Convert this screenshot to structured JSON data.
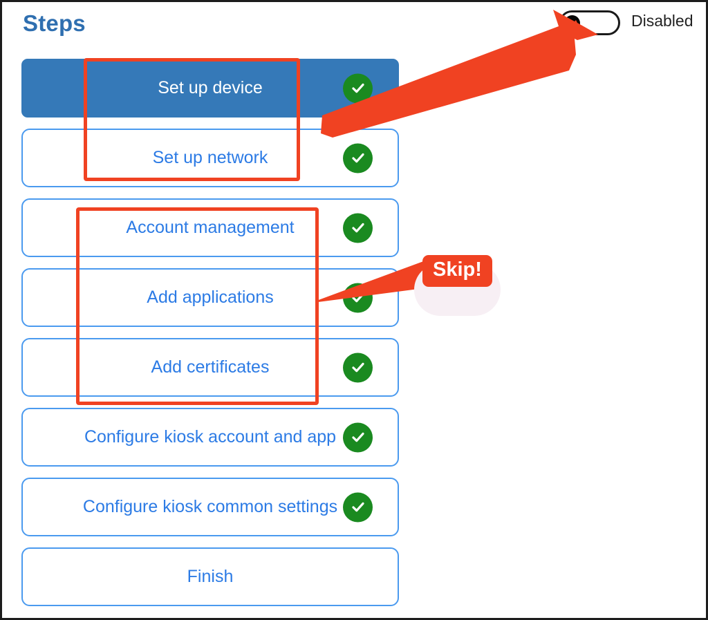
{
  "header": {
    "title": "Steps",
    "toggle": {
      "name": "enable-toggle",
      "state": "off",
      "label": "Disabled"
    }
  },
  "steps": {
    "items": [
      {
        "label": "Set up device",
        "selected": true,
        "completed": true
      },
      {
        "label": "Set up network",
        "selected": false,
        "completed": true
      },
      {
        "label": "Account management",
        "selected": false,
        "completed": true
      },
      {
        "label": "Add applications",
        "selected": false,
        "completed": true
      },
      {
        "label": "Add certificates",
        "selected": false,
        "completed": true
      },
      {
        "label": "Configure kiosk account and app",
        "selected": false,
        "completed": true
      },
      {
        "label": "Configure kiosk common settings",
        "selected": false,
        "completed": true
      },
      {
        "label": "Finish",
        "selected": false,
        "completed": false
      }
    ]
  },
  "annotations": {
    "callout_label": "Skip!",
    "arrow_color": "#f04222",
    "highlight_color": "#f04222"
  },
  "colors": {
    "accent_blue": "#2c7be5",
    "selected_blue": "#3579b8",
    "card_border": "#4a9aef",
    "check_green": "#1a8a20",
    "annotation_red": "#f04222",
    "title_blue": "#2f6fb0"
  },
  "icons": {
    "check": "check-icon",
    "toggle_knob": "toggle-knob-icon"
  }
}
